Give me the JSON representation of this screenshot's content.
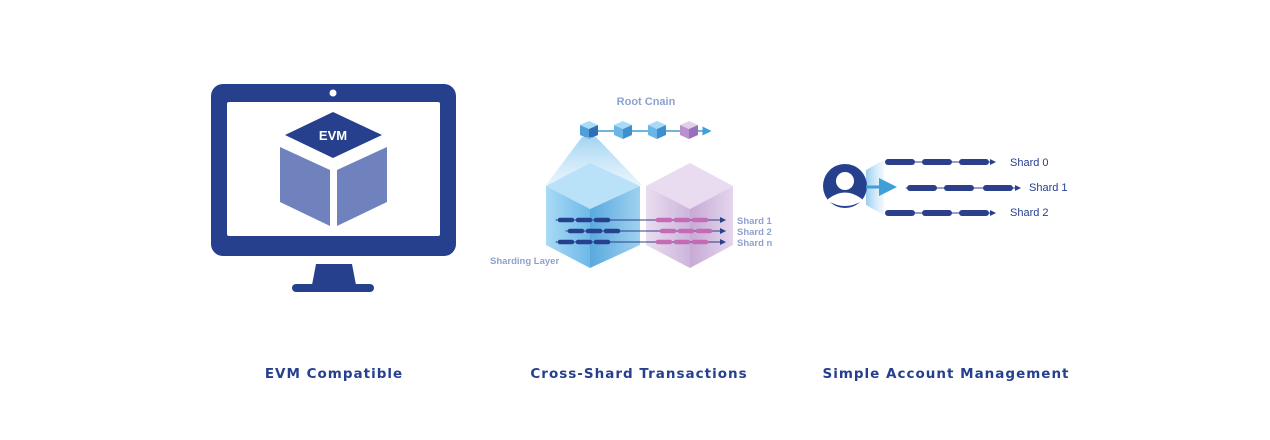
{
  "colors": {
    "navy": "#26408e",
    "cube_face": "#6f82be",
    "chain_dark": "#2c3f8a",
    "blue_light": "#7ec3ee",
    "purple_light": "#cbb3da",
    "label_gray_blue": "#8ea2cf",
    "arrow_blue": "#3f9fd6"
  },
  "features": [
    {
      "caption": "EVM Compatible",
      "icons": [
        "monitor-icon",
        "cube-icon"
      ],
      "monitor_label": "EVM"
    },
    {
      "caption": "Cross-Shard Transactions",
      "icons": [
        "cube-icon"
      ],
      "root_chain_label": "Root Cnain",
      "sharding_layer_label": "Sharding Layer",
      "shard_labels": [
        "Shard 1",
        "Shard 2",
        "Shard n"
      ]
    },
    {
      "caption": "Simple Account Management",
      "icons": [
        "user-icon"
      ],
      "shard_labels": [
        "Shard 0",
        "Shard 1",
        "Shard 2"
      ]
    }
  ]
}
